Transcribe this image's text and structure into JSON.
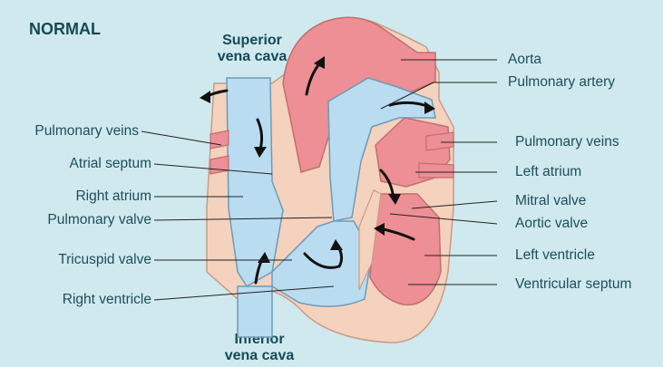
{
  "title": "NORMAL",
  "top_label": [
    "Superior",
    "vena cava"
  ],
  "bottom_label": [
    "Inferior",
    "vena cava"
  ],
  "left_labels": [
    "Pulmonary veins",
    "Atrial septum",
    "Right atrium",
    "Pulmonary valve",
    "Tricuspid valve",
    "Right ventricle"
  ],
  "right_labels": [
    "Aorta",
    "Pulmonary artery",
    "Pulmonary veins",
    "Left atrium",
    "Mitral valve",
    "Aortic valve",
    "Left ventricle",
    "Ventricular septum"
  ],
  "colors": {
    "background": "#cfe9ee",
    "oxygenated": "#ee8e95",
    "deoxygenated": "#b9dcf1",
    "wall": "#f5d2be",
    "text": "#1d4f5a"
  }
}
